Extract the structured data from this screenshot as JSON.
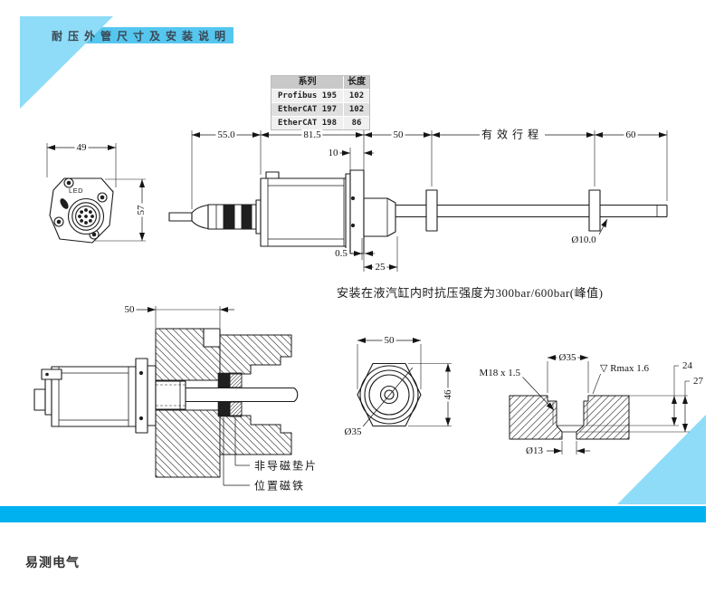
{
  "page": {
    "title": "耐压外管尺寸及安装说明",
    "note": "安装在液汽缸内时抗压强度为300bar/600bar(峰值)",
    "logo": "易测电气"
  },
  "colors": {
    "banner": "#55c7ef",
    "triangle": "#8edcf7",
    "accent_bar": "#00b1f0",
    "table_header": "#c9c9c9",
    "line": "#1b1b1b"
  },
  "table": {
    "headers": [
      "系列",
      "长度"
    ],
    "rows": [
      {
        "series": "Profibus 195",
        "length": "102"
      },
      {
        "series": "EtherCAT 197",
        "length": "102"
      },
      {
        "series": "EtherCAT 198",
        "length": "86"
      }
    ]
  },
  "top_view": {
    "led": "LED",
    "dims": {
      "width": "49",
      "height": "57",
      "connector": "55.0",
      "body": "81.5",
      "dead_zone": "50",
      "flange": "10",
      "gap": "0.5",
      "thread": "25",
      "stroke": "有效行程",
      "tail": "60",
      "rod_dia": "Ø10.0"
    }
  },
  "install_view": {
    "dims": {
      "depth": "50"
    },
    "labels": {
      "spacer": "非导磁垫片",
      "magnet": "位置磁铁"
    }
  },
  "hex_view": {
    "dims": {
      "width": "50",
      "height": "46",
      "dia": "Ø35"
    }
  },
  "section_view": {
    "dims": {
      "bore_dia": "Ø35",
      "thread": "M18 x 1.5",
      "surface": "▽ Rmax 1.6",
      "thread_depth": "24",
      "hole_depth": "27",
      "through_dia": "Ø13"
    }
  }
}
